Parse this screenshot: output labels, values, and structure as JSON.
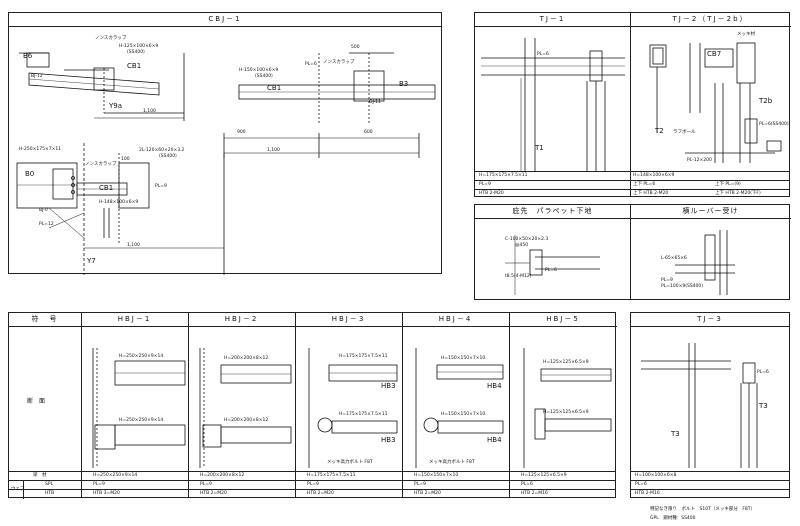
{
  "cbj1": {
    "title": "CBJ－1",
    "labels": {
      "b6": "B6",
      "cb1_top": "CB1",
      "y9a": "Y9a",
      "bj12": "BJ-12",
      "b0": "B0",
      "cb1_left": "CB1",
      "bj0": "BJ-0",
      "pl12": "PL=12",
      "y7": "Y7",
      "cb1_right": "CB1",
      "b3": "B3",
      "gj11": "GJ-11",
      "spec_h125": "H-125×100×6×9",
      "spec_h150": "H-150×100×6×9",
      "spec_h250": "H-250×175×7×11",
      "spec_h148": "H-148×100×6×9",
      "spec_2l": "2L-120×60×20×3.2",
      "spec_pl6": "PL=6",
      "spec_pl9": "PL=9",
      "spec_ss400a": "(SS400)",
      "spec_ss400b": "(SS400)",
      "spec_ss400c": "(SS400)",
      "nonscale1": "ノンスカラップ",
      "nonscale2": "ノンスカラップ",
      "nonscale3": "ノンスカラップ",
      "dim_1100a": "1,100",
      "dim_1100b": "1,100",
      "dim_1100c": "1,100",
      "dim_900": "900",
      "dim_600": "600",
      "dim_100": "100",
      "dim_500": "500"
    }
  },
  "tj1": {
    "title": "TJ－1",
    "t1": "T1",
    "pl6": "PL=6",
    "row1": "H=175×175×7.5×11",
    "row2": "PL=9",
    "row3": "HTB 2-M20"
  },
  "tj2": {
    "title": "TJ－2（TJ－2b）",
    "t2": "T2",
    "t2b": "T2b",
    "cb7": "CB7",
    "row1": "H=148×100×6×9",
    "row2": "上下 PL=6",
    "row2b": "上下 PL=(9)",
    "row3": "上下 HTB 2-M20",
    "row3b": "上下 HTB 2-M20(下F)",
    "note1": "メッキ材",
    "note2": "ラフボール",
    "note3": "PL=6(SS400)",
    "note4": "PL-12×200"
  },
  "eaves": {
    "title": "庇先　パラペット下地",
    "label1": "C-100×50×20×2.3",
    "label2": "@450",
    "label3": "PL=6",
    "label4": "t8.5(4-M12)"
  },
  "louver": {
    "title": "横ルーバー受け",
    "label1": "L-65×65×6",
    "label2": "PL=9",
    "label3": "PL=100×9(SS400)"
  },
  "hbj": {
    "row_header": "符　号",
    "section_label": "断　面",
    "columns": [
      "HBJ－1",
      "HBJ－2",
      "HBJ－3",
      "HBJ－4",
      "HBJ－5"
    ],
    "member_label": "梁　材",
    "web_label": "ウェブ",
    "spl_label": "SPL",
    "htb_label": "HTB",
    "members": [
      "H=250×250×9×14",
      "H=200×200×8×12",
      "H=175×175×7.5×11",
      "H=150×150×7×10",
      "H=125×125×6.5×9"
    ],
    "spls": [
      "PL=9",
      "PL=9",
      "PL=9",
      "PL=9",
      "PL=6"
    ],
    "htbs": [
      "HTB 3=M20",
      "HTB 2=M20",
      "HTB 2=M20",
      "HTB 2=M20",
      "HTB 2=M16"
    ],
    "drawing_specs": [
      "H=250×250×9×14",
      "H=200×200×8×12",
      "H=175×175×7.5×11",
      "H=150×150×7×10",
      "H=125×125×6.5×9"
    ],
    "hb3": "HB3",
    "hb4": "HB4",
    "note_bolt": "メッキ高力ボルト F8T"
  },
  "tj3": {
    "title": "TJ－3",
    "t3a": "T3",
    "t3b": "T3",
    "pl6": "PL=6",
    "row1": "H=100×100×6×8",
    "row2": "PL=6",
    "row3": "HTB 2-M16"
  },
  "footer": {
    "line1": "特記なき限り　ボルト　S10T（メッキ部分　F8T）",
    "line2": "GPL　鋼材種：SS400"
  }
}
